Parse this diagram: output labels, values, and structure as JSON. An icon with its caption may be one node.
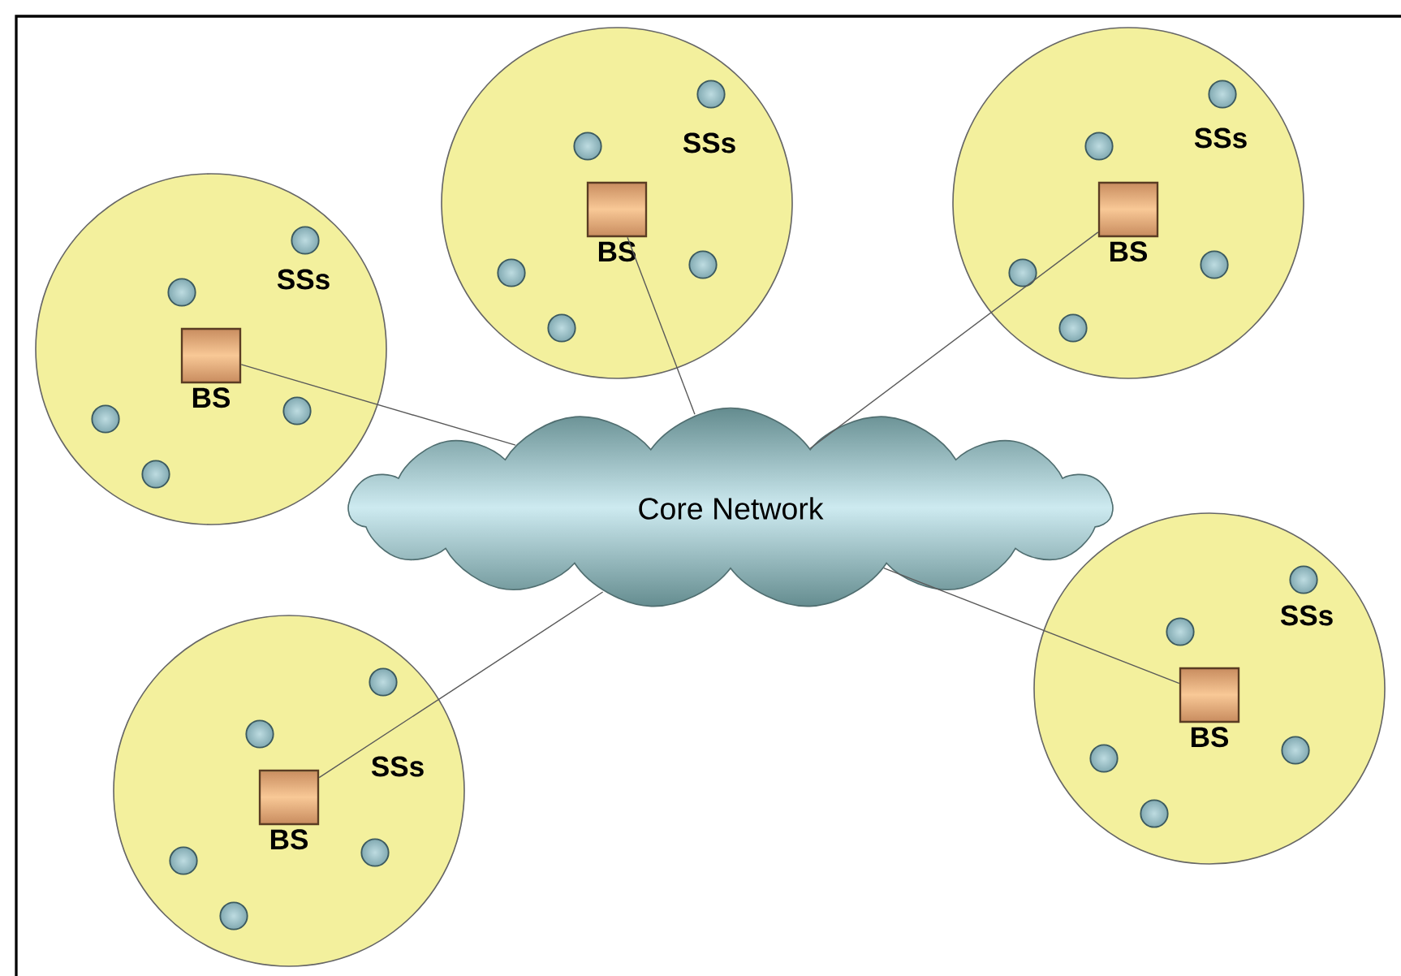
{
  "diagram": {
    "nodes": [
      {
        "text": [
          "SSs"
        ]
      },
      {
        "text": [
          "BS"
        ],
        "in": 0
      },
      {
        "text": [],
        "shape": "circle",
        "in": 0
      },
      {
        "text": [],
        "shape": "circle",
        "in": 0
      },
      {
        "text": [],
        "shape": "circle",
        "in": 0
      },
      {
        "text": [],
        "shape": "circle",
        "in": 0
      },
      {
        "text": [],
        "shape": "circle",
        "in": 0
      },
      {
        "text": [
          "SSs"
        ]
      },
      {
        "text": [
          "BS"
        ],
        "in": 7
      },
      {
        "text": [],
        "shape": "circle",
        "in": 7
      },
      {
        "text": [],
        "shape": "circle",
        "in": 7
      },
      {
        "text": [],
        "shape": "circle",
        "in": 7
      },
      {
        "text": [],
        "shape": "circle",
        "in": 7
      },
      {
        "text": [],
        "shape": "circle",
        "in": 7
      },
      {
        "text": [
          "SSs"
        ]
      },
      {
        "text": [
          "BS"
        ],
        "in": 14
      },
      {
        "text": [],
        "shape": "circle",
        "in": 14
      },
      {
        "text": [],
        "shape": "circle",
        "in": 14
      },
      {
        "text": [],
        "shape": "circle",
        "in": 14
      },
      {
        "text": [],
        "shape": "circle",
        "in": 14
      },
      {
        "text": [],
        "shape": "circle",
        "in": 14
      },
      {
        "text": [
          "Core Network"
        ]
      },
      {
        "text": [
          "SSs"
        ]
      },
      {
        "text": [
          "BS"
        ],
        "in": 22
      },
      {
        "text": [],
        "shape": "circle",
        "in": 22
      },
      {
        "text": [],
        "shape": "circle",
        "in": 22
      },
      {
        "text": [],
        "shape": "circle",
        "in": 22
      },
      {
        "text": [],
        "shape": "circle",
        "in": 22
      },
      {
        "text": [],
        "shape": "circle",
        "in": 22
      },
      {
        "text": [
          "SSs"
        ]
      },
      {
        "text": [
          "BS"
        ],
        "in": 29
      },
      {
        "text": [],
        "shape": "circle",
        "in": 29
      },
      {
        "text": [],
        "shape": "circle",
        "in": 29
      },
      {
        "text": [],
        "shape": "circle",
        "in": 29
      },
      {
        "text": [],
        "shape": "circle",
        "in": 29
      },
      {
        "text": [],
        "shape": "circle",
        "in": 29
      }
    ],
    "edges": [
      {
        "from": 1,
        "to": 21,
        "arrow": "none"
      },
      {
        "from": 8,
        "to": 21,
        "arrow": "none"
      },
      {
        "from": 15,
        "to": 21,
        "arrow": "none"
      },
      {
        "from": 23,
        "to": 21,
        "arrow": "none"
      },
      {
        "from": 30,
        "to": 21,
        "arrow": "none"
      }
    ]
  }
}
